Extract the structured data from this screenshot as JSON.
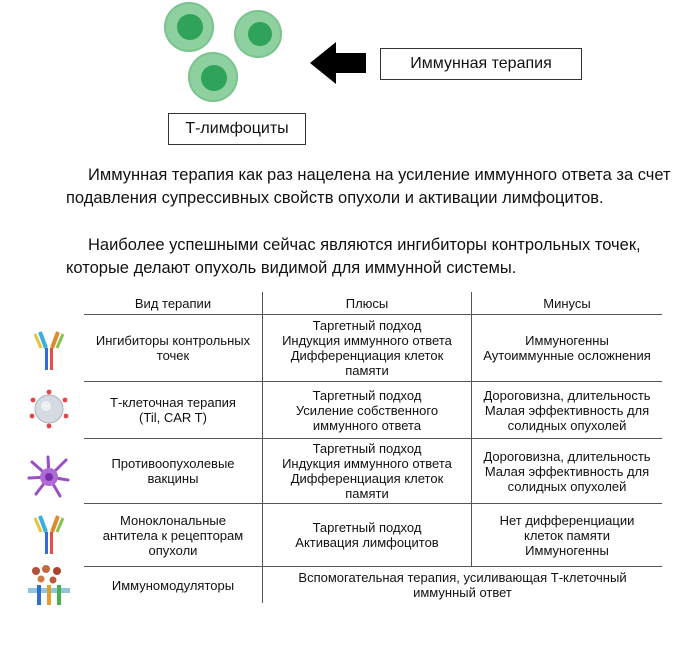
{
  "diagram": {
    "therapy_label": "Иммунная терапия",
    "tcell_label": "Т-лимфоциты",
    "colors": {
      "cell_outer": "#8fd0a0",
      "cell_nucleus": "#2fa35a",
      "arrow": "#000000"
    }
  },
  "text": {
    "paragraph1": "Иммунная терапия как раз нацелена на усиление иммунного ответа за счет подавления супрессивных свойств опухоли и активации лимфоцитов.",
    "paragraph2": "Наиболее успешными сейчас являются ингибиторы контрольных точек, которые делают опухоль видимой для иммунной системы."
  },
  "table": {
    "headers": [
      "Вид терапии",
      "Плюсы",
      "Минусы"
    ],
    "rows": [
      {
        "icon": "antibody-icon",
        "type": [
          "Ингибиторы контрольных",
          "точек"
        ],
        "pros": [
          "Таргетный подход",
          "Индукция иммунного ответа",
          "Дифференциация клеток",
          "памяти"
        ],
        "cons": [
          "Иммуногенны",
          "Аутоиммунные осложнения"
        ]
      },
      {
        "icon": "t-cell-icon",
        "type": [
          "Т-клеточная терапия",
          "(Til, CAR T)"
        ],
        "pros": [
          "Таргетный подход",
          "Усиление собственного",
          "иммунного ответа"
        ],
        "cons": [
          "Дороговизна, длительность",
          "Малая эффективность для",
          "солидных опухолей"
        ]
      },
      {
        "icon": "dendritic-cell-icon",
        "type": [
          "Противоопухолевые",
          "вакцины"
        ],
        "pros": [
          "Таргетный подход",
          "Индукция иммунного ответа",
          "Дифференциация клеток",
          "памяти"
        ],
        "cons": [
          "Дороговизна, длительность",
          "Малая эффективность для",
          "солидных опухолей"
        ]
      },
      {
        "icon": "antibody-icon",
        "type": [
          "Моноклональные",
          "антитела к рецепторам",
          "опухоли"
        ],
        "pros": [
          "Таргетный подход",
          "Активация лимфоцитов"
        ],
        "cons": [
          "Нет дифференциации",
          "клеток памяти",
          "Иммуногенны"
        ]
      },
      {
        "icon": "immunomodulator-icon",
        "type": [
          "Иммуномодуляторы"
        ],
        "merged": [
          "Вспомогательная терапия, усиливающая Т-клеточный",
          "иммунный ответ"
        ]
      }
    ]
  }
}
